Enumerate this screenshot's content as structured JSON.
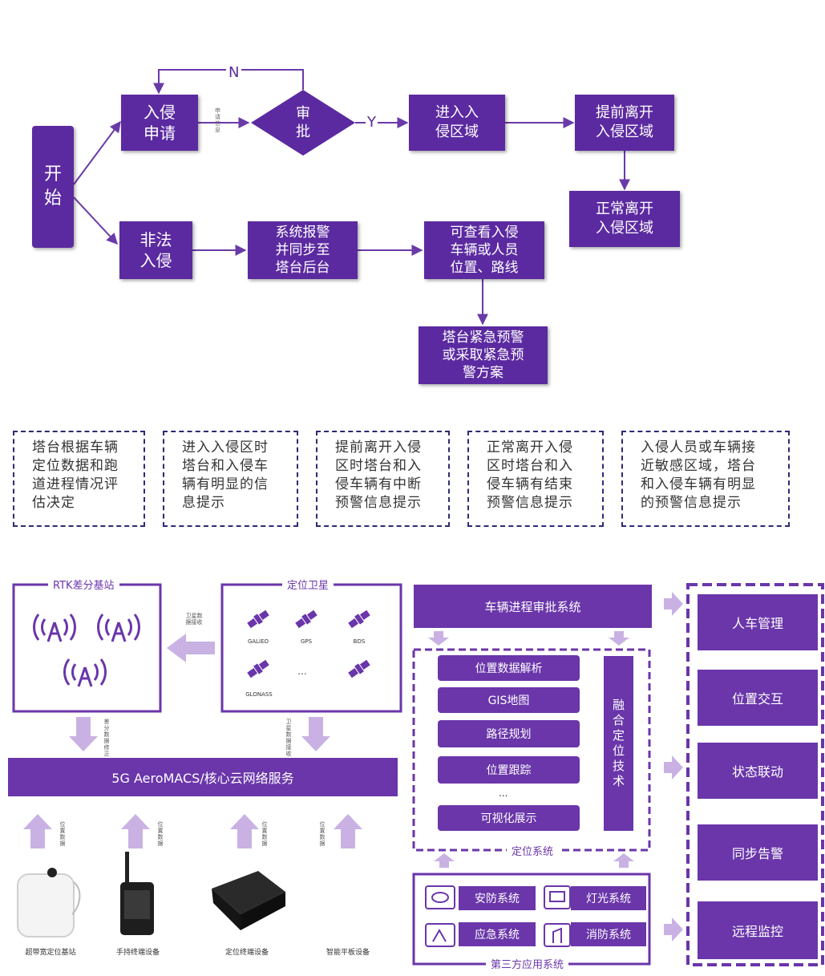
{
  "flow": {
    "start": "开\n始",
    "intrusion_request": "入侵\n申请",
    "approve": "审\n批",
    "no": "N",
    "yes": "Y",
    "small_label": "申请信息",
    "enter_zone": "进入入\n侵区域",
    "leave_early": "提前离开\n入侵区域",
    "leave_normal": "正常离开\n入侵区域",
    "illegal": "非法\n入侵",
    "alarm_sync": "系统报警\n并同步至\n塔台后台",
    "check_location": "可查看入侵\n车辆或人员\n位置、路线",
    "emergency": "塔台紧急预警\n或采取紧急预\n警方案"
  },
  "notes": [
    "塔台根据车辆\n定位数据和跑\n道进程情况评\n估决定",
    "进入入侵区时\n塔台和入侵车\n辆有明显的信\n息提示",
    "提前离开入侵\n区时塔台和入\n侵车辆有中断\n预警信息提示",
    "正常离开入侵\n区时塔台和入\n侵车辆有结束\n预警信息提示",
    "入侵人员或车辆接\n近敏感区域，塔台\n和入侵车辆有明显\n的预警信息提示"
  ],
  "arch": {
    "rtk_title": "RTK差分基站",
    "sat_title": "定位卫星",
    "satellites": [
      "GALIEO",
      "GPS",
      "BDS",
      "GLONASS",
      "..."
    ],
    "sat_receive_label": "卫星数据接收",
    "diff_label": "差分数据修正",
    "sat_receive_label2": "卫星数据接收",
    "network_bar": "5G AeroMACS/核心云网络服务",
    "loc_data_label": "位置数据",
    "devices": [
      "超带宽定位基站",
      "手持终端设备",
      "定位终端设备",
      "智能平板设备"
    ],
    "approval_system": "车辆进程审批系统",
    "positioning_items": [
      "位置数据解析",
      "GIS地图",
      "路径规划",
      "位置跟踪",
      "可视化展示"
    ],
    "ellipsis": "...",
    "fusion": "融\n合\n定\n位\n技\n术",
    "positioning_system": "定位系统",
    "third_party": [
      "安防系统",
      "灯光系统",
      "应急系统",
      "消防系统"
    ],
    "third_party_title": "第三方应用系统",
    "right_items": [
      "人车管理",
      "位置交互",
      "状态联动",
      "同步告警",
      "远程监控"
    ]
  }
}
